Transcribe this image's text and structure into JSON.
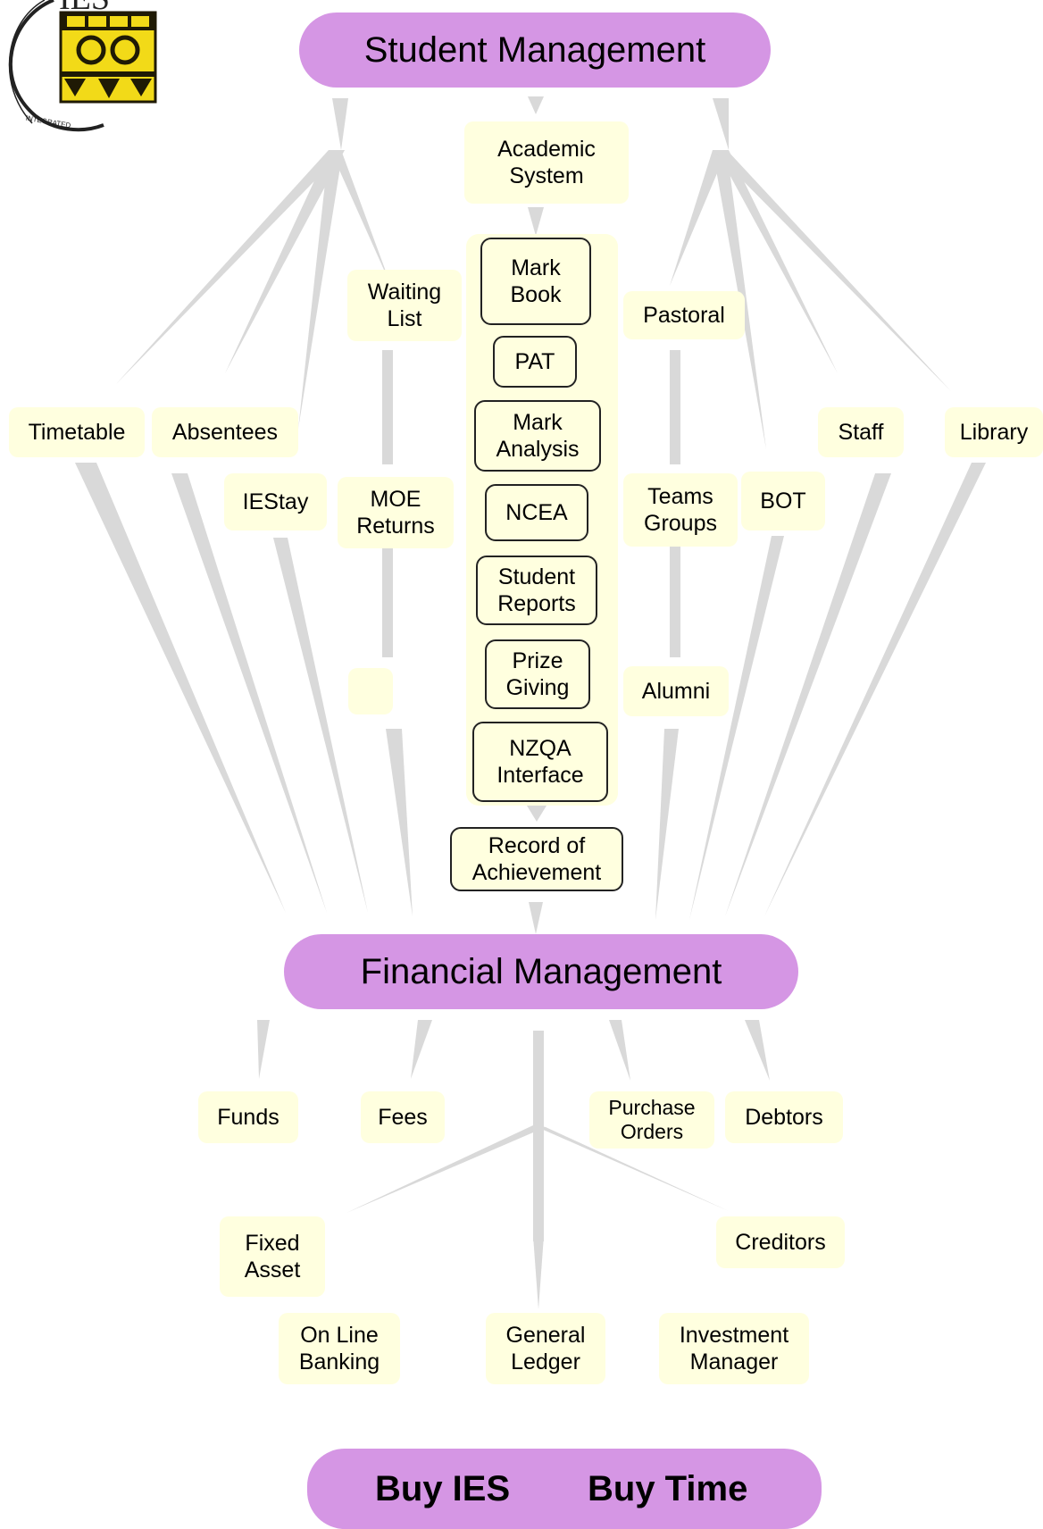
{
  "title": "Student Management",
  "subtitle": "Financial Management",
  "student_modules": {
    "academic_system": "Academic\nSystem",
    "academic_items": [
      "Mark\nBook",
      "PAT",
      "Mark\nAnalysis",
      "NCEA",
      "Student\nReports",
      "Prize\nGiving",
      "NZQA\nInterface"
    ],
    "record_of_achievement": "Record of\nAchievement",
    "waiting_list": "Waiting\nList",
    "moe_returns": "MOE\nReturns",
    "blank": "",
    "pastoral": "Pastoral",
    "teams_groups": "Teams\nGroups",
    "alumni": "Alumni",
    "timetable": "Timetable",
    "absentees": "Absentees",
    "iestay": "IEStay",
    "bot": "BOT",
    "staff": "Staff",
    "library": "Library"
  },
  "financial_modules": {
    "funds": "Funds",
    "fees": "Fees",
    "purchase_orders": "Purchase\nOrders",
    "debtors": "Debtors",
    "fixed_asset": "Fixed\nAsset",
    "creditors": "Creditors",
    "online_banking": "On Line\nBanking",
    "general_ledger": "General\nLedger",
    "investment_manager": "Investment\nManager"
  },
  "buy": {
    "buy_ies": "Buy IES",
    "buy_time": "Buy Time"
  },
  "logo": {
    "text": "IES",
    "seal_text": "INTEGRATED EDUCATION SOFTWARE"
  },
  "colors": {
    "pill": "#d596e4",
    "node": "#ffffdf",
    "connector": "#d9d9d9",
    "logo_yellow": "#f2da18"
  }
}
